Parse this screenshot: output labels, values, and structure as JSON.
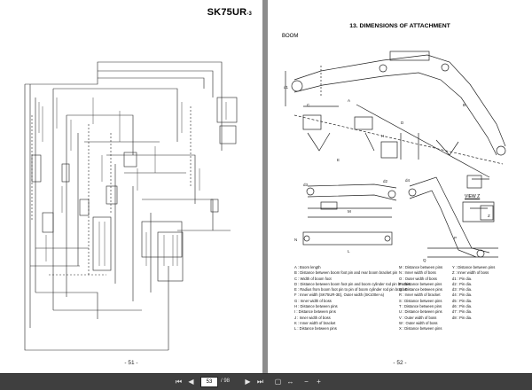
{
  "left_page": {
    "model": "SK75UR",
    "model_suffix": "-3",
    "page_number": "- 51 -"
  },
  "right_page": {
    "section_title": "13. DIMENSIONS OF ATTACHMENT",
    "subtitle": "BOOM",
    "view_label": "VIEW Z",
    "page_number": "- 52 -",
    "legend": {
      "col1": [
        "A : Boom length",
        "B : Distance between boom foot pin and rear boom bracket pin",
        "C : Width of boom foot",
        "D : Distance between boom foot pin and boom cylinder rod pin bracket",
        "E : Radius from boom foot pin to pin of boom cylinder rod pin bracket",
        "F : Inner width (SK75UR-3E), Outer width (SK100er-a)",
        "G : Inner width of boss",
        "H : Distance between pins",
        "I : Distance between pins",
        "J : Inner width of boss",
        "K : Inner width of bracket",
        "L : Distance between pins"
      ],
      "col2": [
        "M : Distance between pins",
        "N : Inner width of boss",
        "O : Outer width of boss",
        "P : Distance between pins",
        "Q : Distance between pins",
        "R : Inner width of bracket",
        "S : Distance between pins",
        "T : Distance between pins",
        "U : Distance between pins",
        "V : Outer width of boss",
        "W : Outer width of boss",
        "X : Distance between pins"
      ],
      "col3": [
        "Y : Distance between pins",
        "Z : Inner width of boss",
        "d1 : Pin dia.",
        "d2 : Pin dia.",
        "d3 : Pin dia.",
        "d4 : Pin dia.",
        "d5 : Pin dia.",
        "d6 : Pin dia.",
        "d7 : Pin dia.",
        "d8 : Pin dia."
      ]
    }
  },
  "toolbar": {
    "current_page": "53",
    "total_pages": "/ 98",
    "icons": [
      "first-page-icon",
      "prev-page-icon",
      "next-page-icon",
      "last-page-icon",
      "fit-page-icon",
      "fit-width-icon",
      "zoom-out-icon",
      "zoom-in-icon"
    ]
  }
}
